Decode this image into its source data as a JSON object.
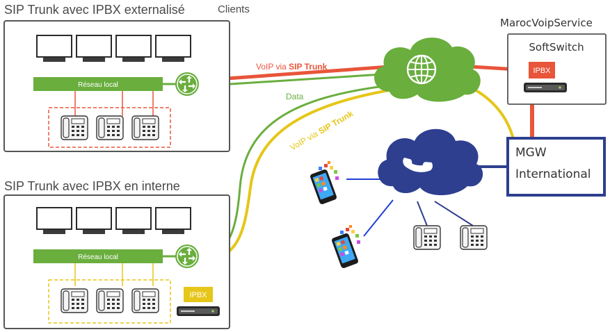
{
  "titles": {
    "external": "SIP Trunk avec IPBX externalisé",
    "internal": "SIP Trunk avec IPBX en interne",
    "clients": "Clients",
    "provider": "MarocVoipService",
    "softswitch": "SoftSwitch"
  },
  "labels": {
    "local_network": "Réseau local",
    "ipbx": "IPBX",
    "mgw_line1": "MGW",
    "mgw_line2": "International",
    "voip_prefix": "VoIP via ",
    "sip_trunk": "SIP Trunk",
    "data": "Data"
  },
  "colors": {
    "sip_red": "#e8553b",
    "data_green": "#6aae3e",
    "voip_yellow": "#e6c619",
    "pstn_blue": "#2e3f8f",
    "mobile_line": "#1f3fd6",
    "box_border": "#555555",
    "network_bar": "#6aae3e"
  },
  "icons": {
    "internet": "globe-icon",
    "pstn": "phone-handset-icon",
    "router": "router-arrows-icon",
    "monitor": "monitor-icon",
    "desk_phone": "desk-phone-icon",
    "smartphone": "smartphone-icon",
    "server": "server-rack-icon"
  }
}
